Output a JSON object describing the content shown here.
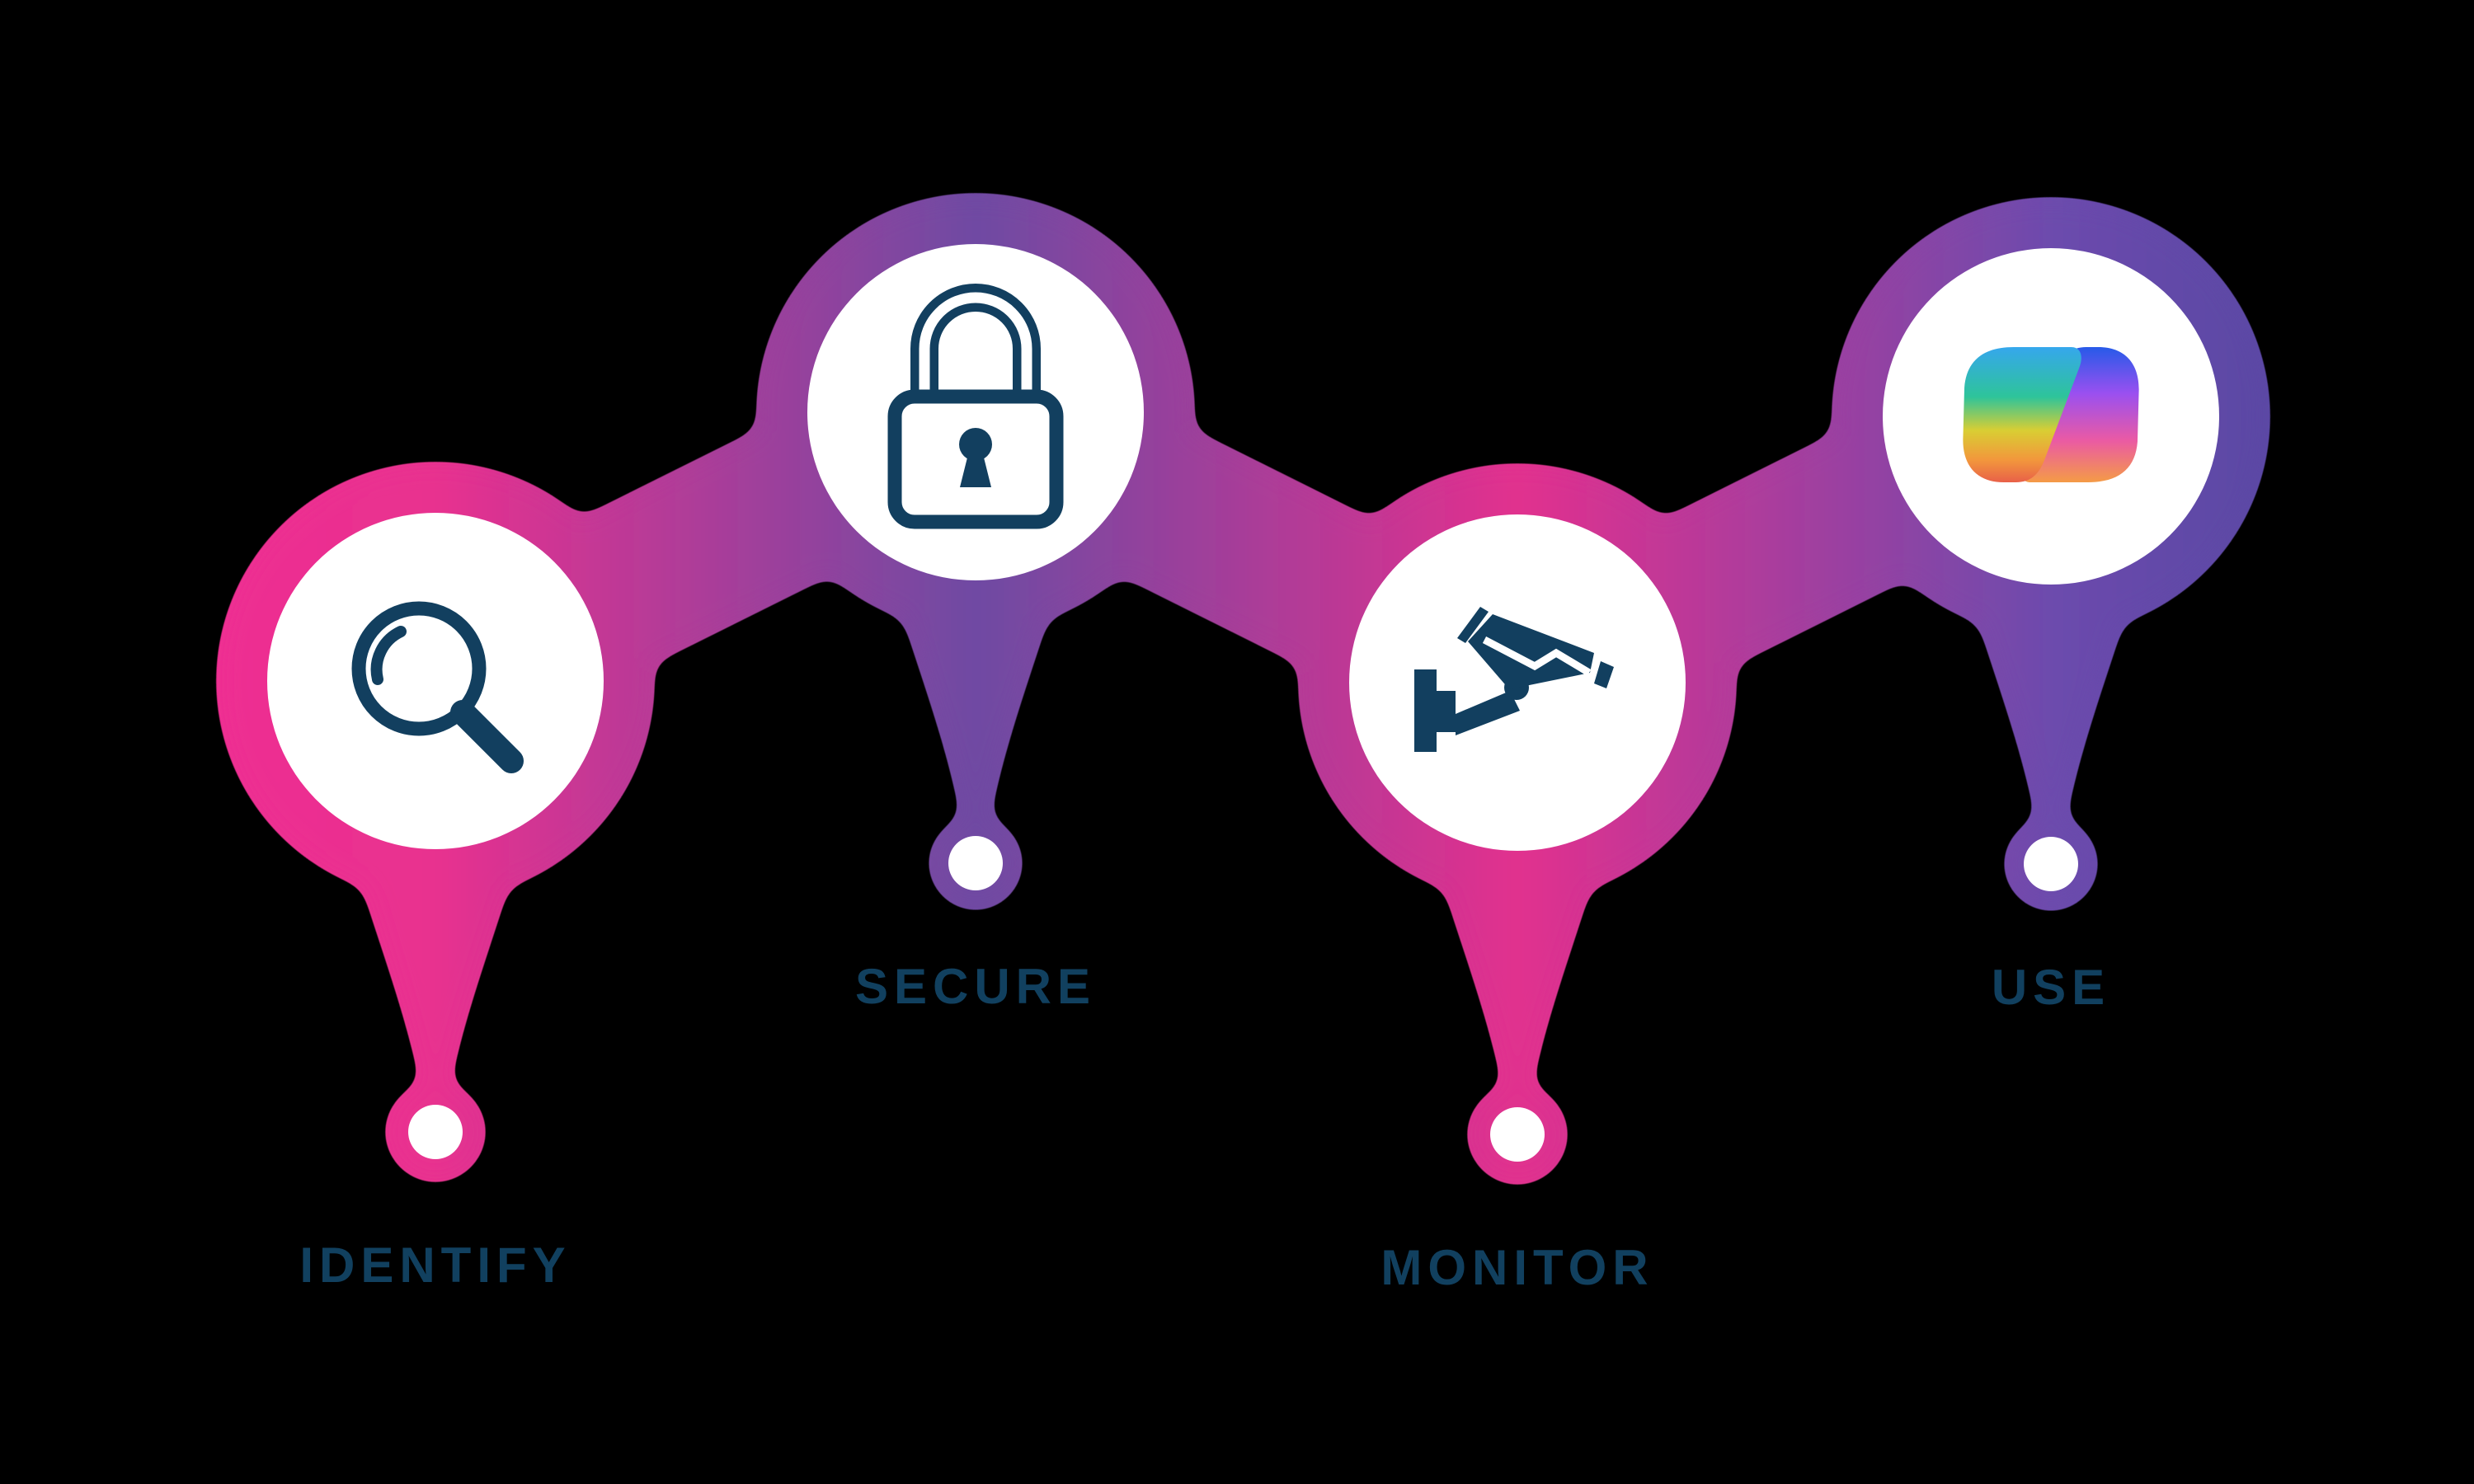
{
  "figure": {
    "background": "#000000",
    "palette": {
      "pink": "#E8308F",
      "deep_pink": "#D12C89",
      "purple": "#6E4AA3",
      "deep_purple": "#5C48A6",
      "node_fill": "#FFFFFF",
      "icon_navy": "#123F5F",
      "label_navy": "#11405F"
    },
    "steps": [
      {
        "label": "IDENTIFY",
        "icon": "magnifier-search-icon",
        "position": "low"
      },
      {
        "label": "SECURE",
        "icon": "padlock-icon",
        "position": "high"
      },
      {
        "label": "MONITOR",
        "icon": "cctv-camera-icon",
        "position": "low"
      },
      {
        "label": "USE",
        "icon": "copilot-logo-icon",
        "position": "high"
      }
    ]
  }
}
